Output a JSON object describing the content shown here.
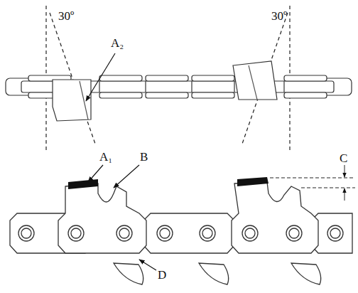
{
  "diagram": {
    "labels": [
      "30º",
      "30º",
      "A₂",
      "A₁",
      "B",
      "C",
      "D"
    ]
  }
}
